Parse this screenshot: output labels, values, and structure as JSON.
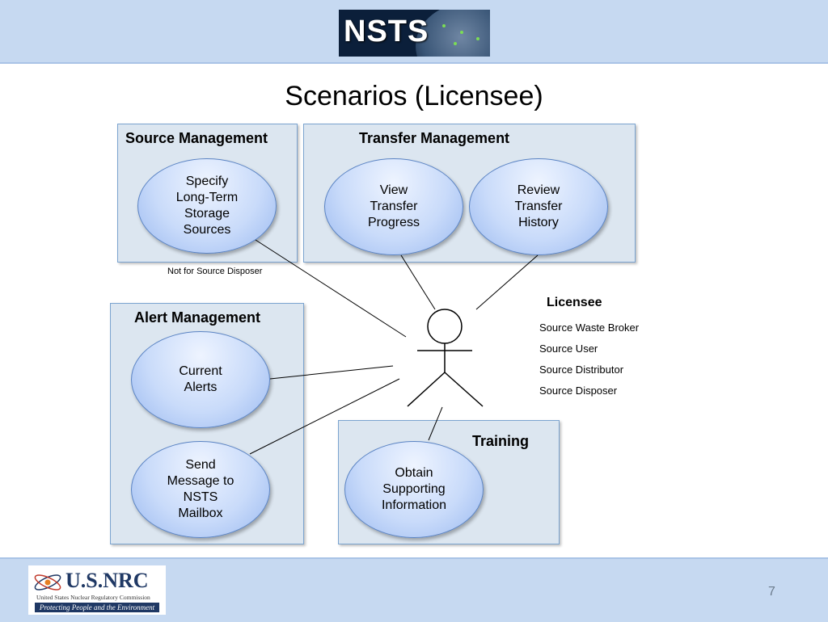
{
  "header": {
    "logo": {
      "text": "NSTS",
      "icon": "nsts-globe-logo"
    }
  },
  "title": "Scenarios (Licensee)",
  "source_management": {
    "title": "Source Management",
    "use_cases": [
      "Specify\nLong-Term\nStorage\nSources"
    ],
    "note": "Not for Source Disposer"
  },
  "transfer_management": {
    "title": "Transfer Management",
    "use_cases": [
      "View\nTransfer\nProgress",
      "Review\nTransfer\nHistory"
    ]
  },
  "alert_management": {
    "title": "Alert Management",
    "use_cases": [
      "Current\nAlerts",
      "Send\nMessage to\nNSTS\nMailbox"
    ]
  },
  "training": {
    "title": "Training",
    "use_cases": [
      "Obtain\nSupporting\nInformation"
    ]
  },
  "actor": {
    "label": "Licensee",
    "icon": "stick-figure-actor",
    "roles": [
      "Source Waste Broker",
      "Source User",
      "Source Distributor",
      "Source Disposer"
    ]
  },
  "footer": {
    "logo": {
      "name": "U.S.NRC",
      "subtitle": "United States Nuclear Regulatory Commission",
      "motto": "Protecting People and the Environment",
      "icon": "atom-icon"
    },
    "page_number": "7"
  },
  "colors": {
    "band": "#c6d9f1",
    "box_fill": "#dce6f0",
    "box_border": "#7aa3cf",
    "oval_fill": "#c9dbfa",
    "oval_border": "#5b84c4"
  }
}
